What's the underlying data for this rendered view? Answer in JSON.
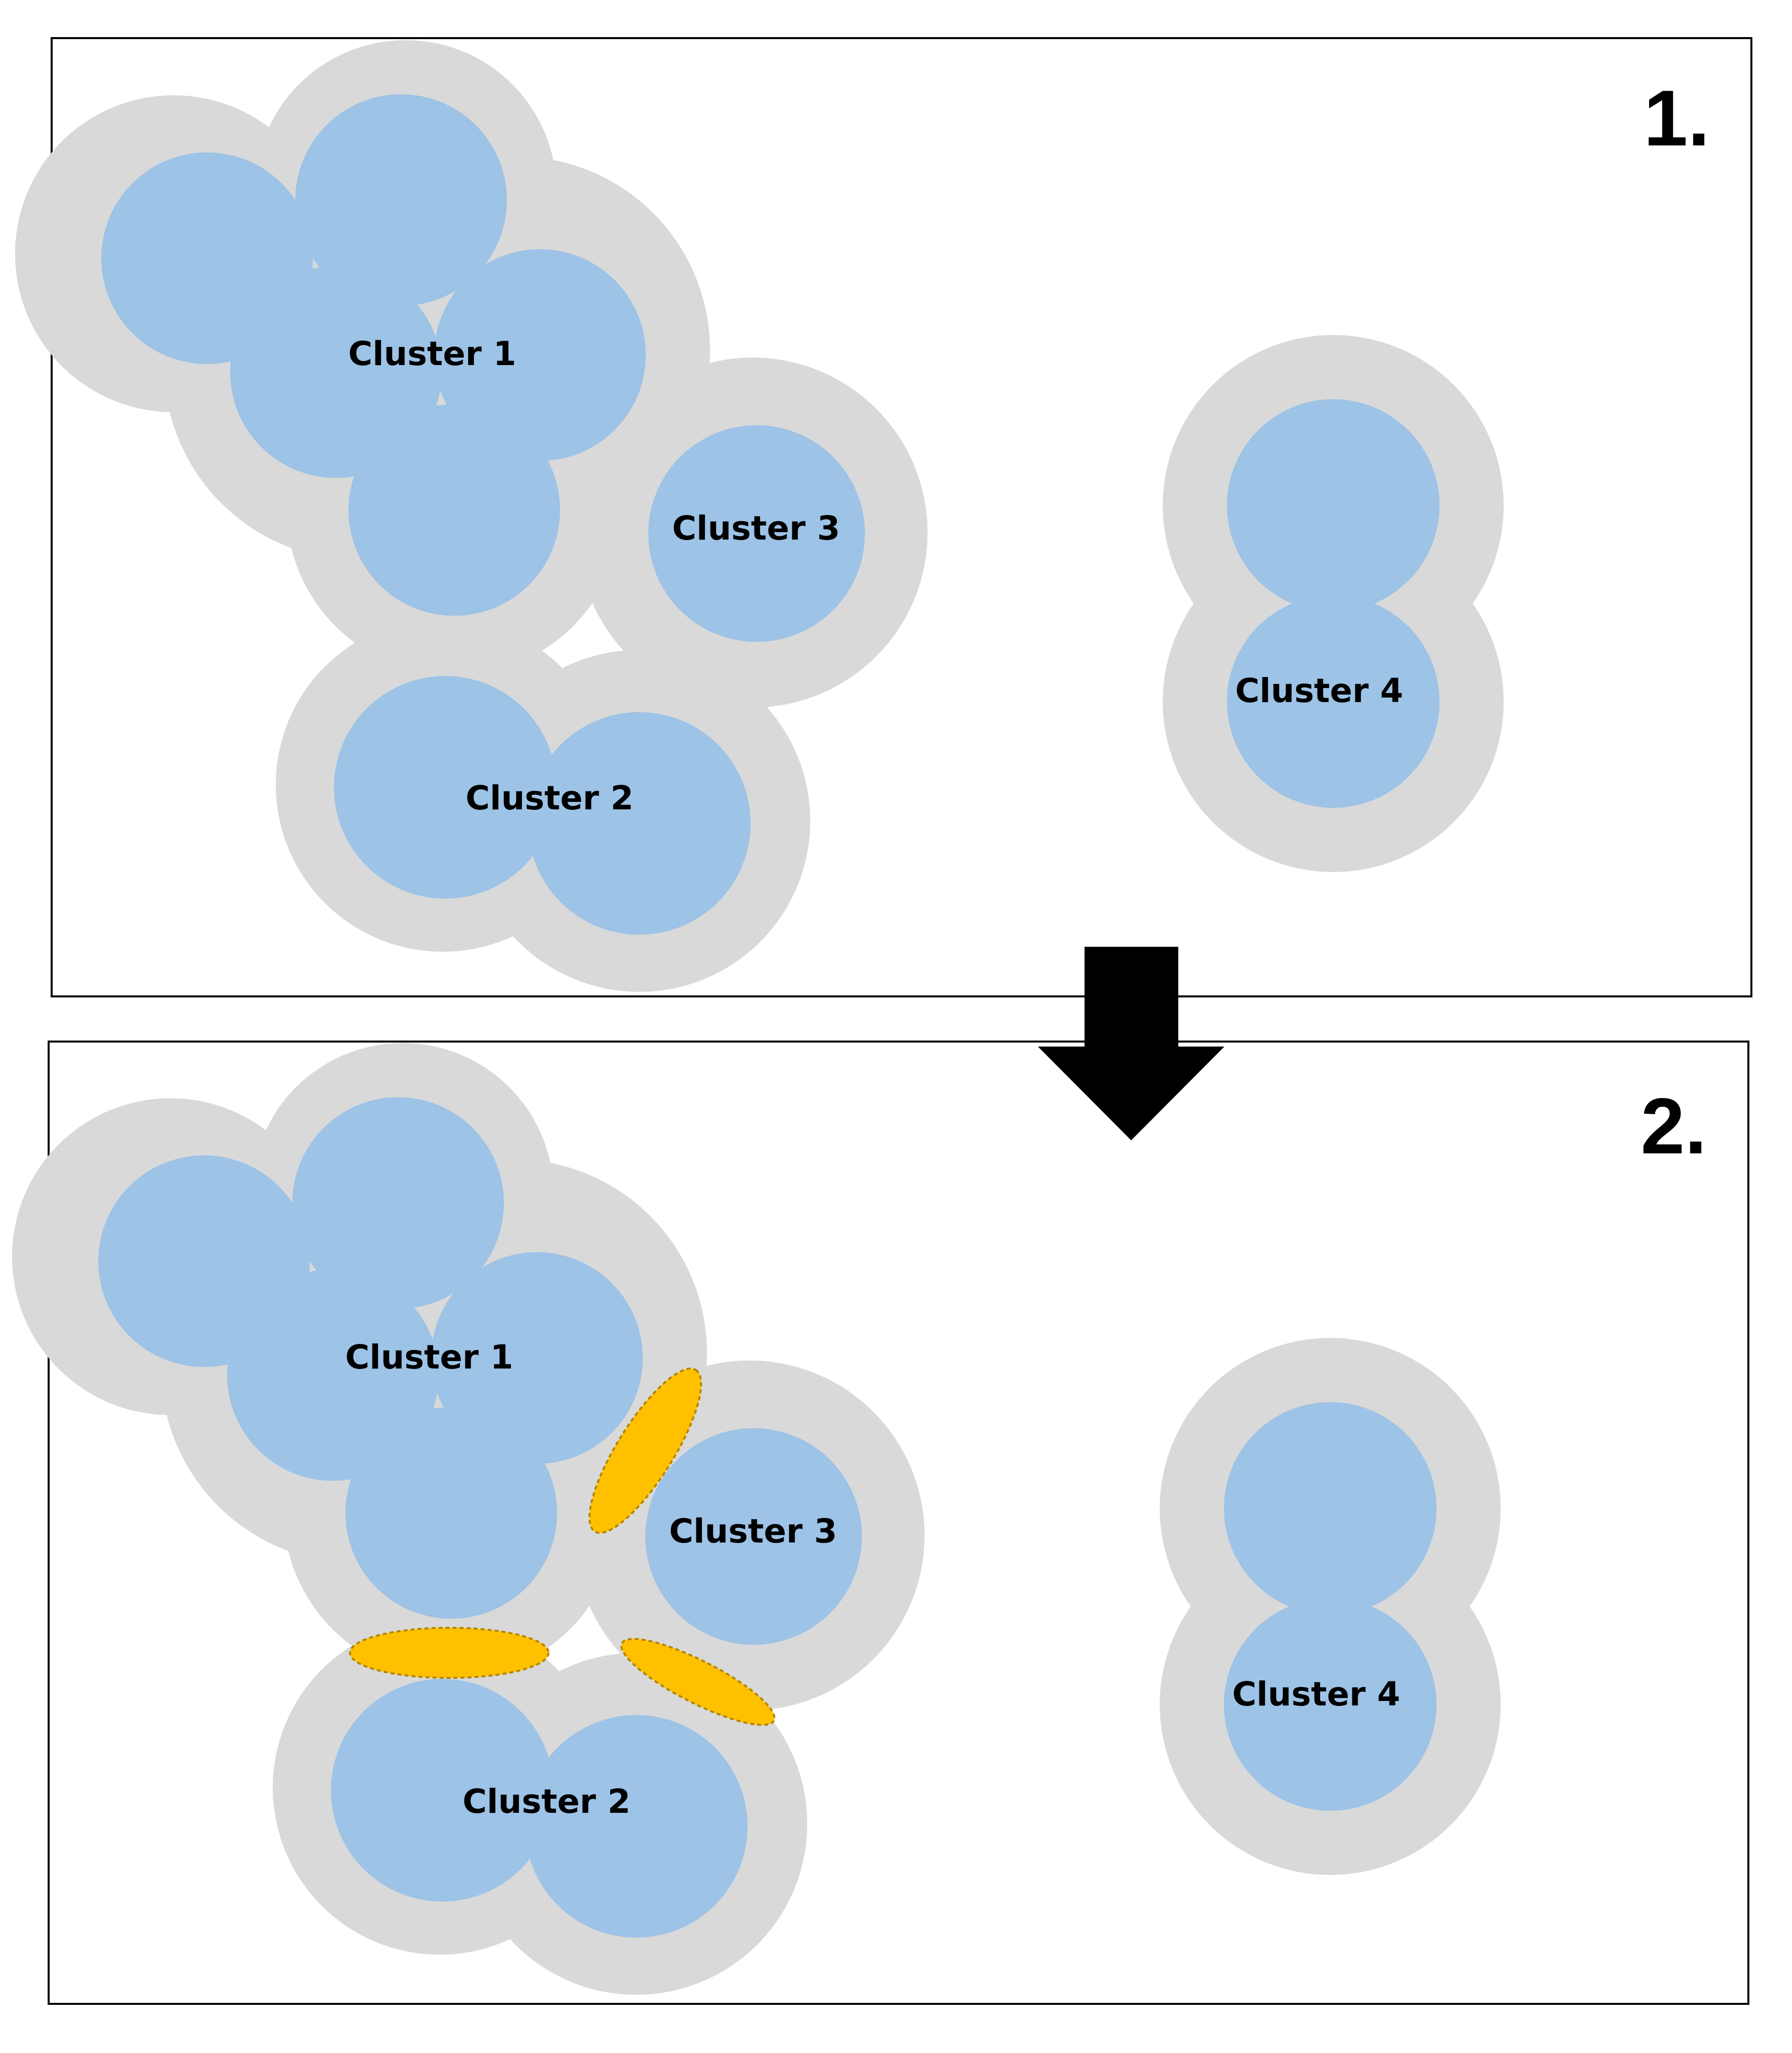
{
  "colors": {
    "halo": "#d9d9d9",
    "core": "#9dc3e6",
    "contact": "#ffc000",
    "contact_border": "#b38600",
    "frame": "#000000",
    "arrow": "#000000",
    "background": "#ffffff"
  },
  "arrow": {
    "icon": "down-arrow-icon"
  },
  "panels": [
    {
      "number": "1.",
      "labels": {
        "cluster1": "Cluster 1",
        "cluster2": "Cluster 2",
        "cluster3": "Cluster 3",
        "cluster4": "Cluster 4"
      },
      "contact_zones": 0
    },
    {
      "number": "2.",
      "labels": {
        "cluster1": "Cluster 1",
        "cluster2": "Cluster 2",
        "cluster3": "Cluster 3",
        "cluster4": "Cluster 4"
      },
      "contact_zones": 3
    }
  ]
}
